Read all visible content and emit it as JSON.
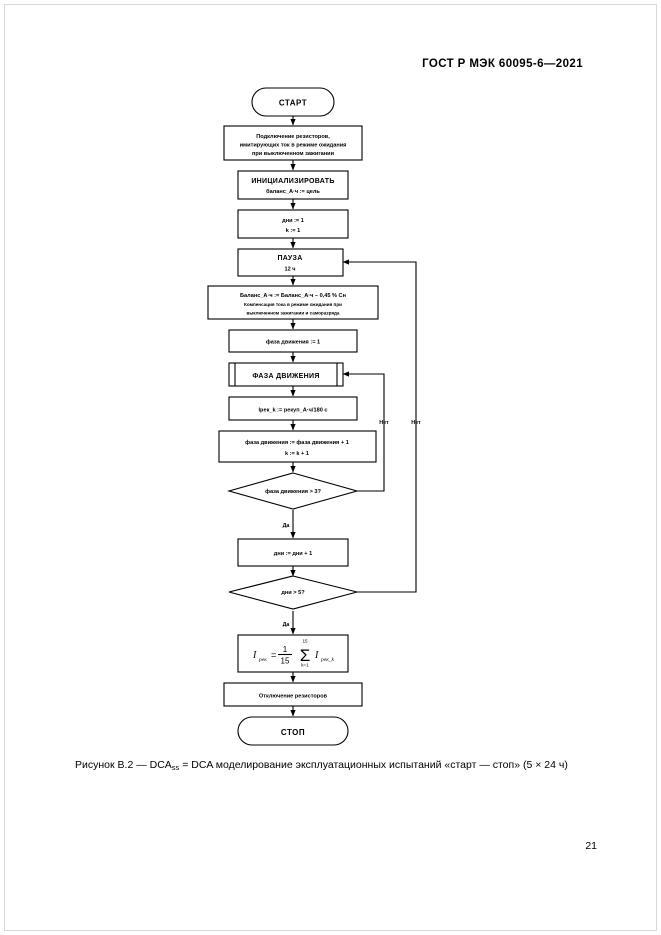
{
  "document": {
    "standard_header": "ГОСТ Р МЭК 60095-6—2021",
    "page_number": "21",
    "caption_prefix": "Рисунок В.2 — DCA",
    "caption_sub": "ss",
    "caption_rest": " = DCA моделирование эксплуатационных испытаний «старт — стоп» (5 × 24 ч)"
  },
  "flowchart": {
    "title": "DCAss = DCA моделирование эксплуатационных испытаний «старт — стоп» (5 × 24 ч)",
    "type": "flowchart",
    "nodes": [
      {
        "id": "start",
        "shape": "terminator",
        "lines": [
          "СТАРТ"
        ]
      },
      {
        "id": "connect-resistors",
        "shape": "process",
        "lines": [
          "Подключение резисторов,",
          "имитирующих ток в режиме ожидания",
          "при выключенном зажигании"
        ]
      },
      {
        "id": "initialize",
        "shape": "process",
        "lines": [
          "ИНИЦИАЛИЗИРОВАТЬ",
          "баланс_А·ч := цель"
        ]
      },
      {
        "id": "init-counters",
        "shape": "process",
        "lines": [
          "дни := 1",
          "k := 1"
        ]
      },
      {
        "id": "pause",
        "shape": "process",
        "lines": [
          "ПАУЗА",
          "12 ч"
        ]
      },
      {
        "id": "balance-update",
        "shape": "process",
        "lines": [
          "Баланс_А·ч := Баланс_А·ч – 0,45 % Cн",
          "Компенсация тока в режиме ожидания при",
          "выключенном зажигании и саморазряда"
        ]
      },
      {
        "id": "phase-init",
        "shape": "process",
        "lines": [
          "фаза движения := 1"
        ]
      },
      {
        "id": "drive-phase",
        "shape": "subroutine",
        "lines": [
          "ФАЗА ДВИЖЕНИЯ"
        ]
      },
      {
        "id": "irec-calc",
        "shape": "process",
        "lines": [
          "Iрек_k := рекуп_А·ч/180 с"
        ]
      },
      {
        "id": "increment-phase",
        "shape": "process",
        "lines": [
          "фаза движения := фаза движения + 1",
          "k := k + 1"
        ]
      },
      {
        "id": "phase-check",
        "shape": "decision",
        "lines": [
          "фаза движения > 3?"
        ]
      },
      {
        "id": "increment-days",
        "shape": "process",
        "lines": [
          "дни := дни + 1"
        ]
      },
      {
        "id": "days-check",
        "shape": "decision",
        "lines": [
          "дни > 5?"
        ]
      },
      {
        "id": "average-formula",
        "shape": "process",
        "formula": {
          "lhs": "I",
          "lhs_sub": "рек",
          "equals": "=",
          "numerator": "1",
          "denominator": "15",
          "sigma": "Σ",
          "sigma_upper": "15",
          "sigma_lower": "k=1",
          "term": "I",
          "term_sub": "рек_k"
        },
        "lines": [
          "Iрек = 1/15 Σ(k=1..15) Iрек_k"
        ]
      },
      {
        "id": "disconnect-resistors",
        "shape": "process",
        "lines": [
          "Отключение резисторов"
        ]
      },
      {
        "id": "stop",
        "shape": "terminator",
        "lines": [
          "СТОП"
        ]
      }
    ],
    "edge_labels": {
      "phase_no": "Нет",
      "phase_yes": "Да",
      "days_no": "Нет",
      "days_yes": "Да"
    },
    "colors": {
      "line": "#000000",
      "fill": "#ffffff",
      "text": "#000000"
    }
  }
}
